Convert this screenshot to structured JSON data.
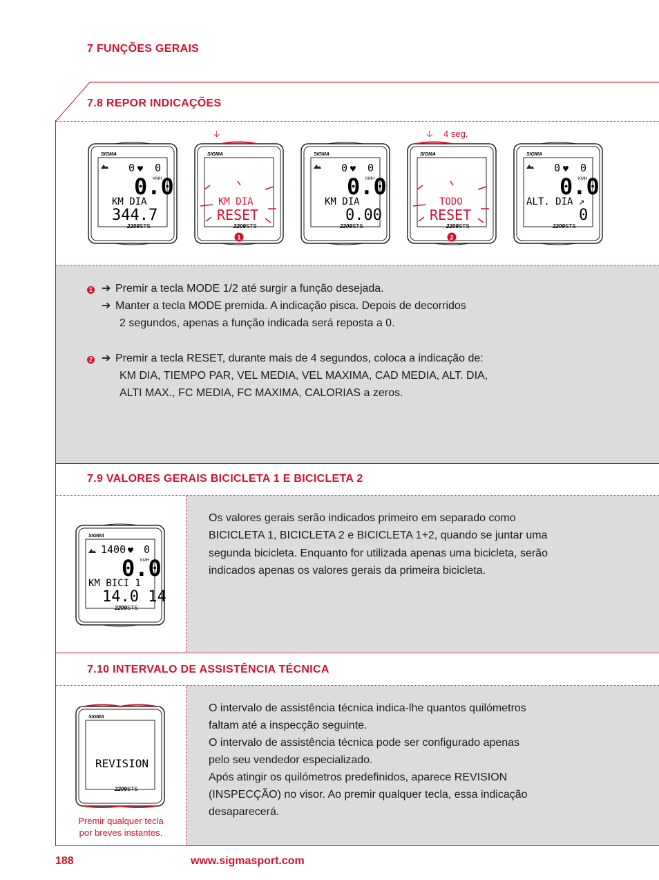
{
  "chapter": "7 FUNÇÕES GERAIS",
  "sections": {
    "s78": {
      "title": "7.8 REPOR INDICAÇÕES",
      "hold_label": "4 seg.",
      "step1": {
        "marker": "1",
        "line1": "Premir a tecla MODE 1/2 até surgir a função desejada.",
        "line2": "Manter a tecla MODE premida. A indicação pisca. Depois de decorridos",
        "line3": "2 segundos, apenas a função indicada será reposta a 0."
      },
      "step2": {
        "marker": "2",
        "line1": "Premir a tecla RESET, durante mais de 4 segundos, coloca a indicação de:",
        "line2": "KM DIA, TIEMPO PAR, VEL MEDIA, VEL MAXIMA, CAD MEDIA, ALT. DIA,",
        "line3": "ALTI MAX., FC MEDIA, FC MAXIMA, CALORIAS a zeros."
      }
    },
    "s79": {
      "title": "7.9 VALORES GERAIS BICICLETA 1 E BICICLETA 2",
      "lines": [
        "Os valores gerais serão indicados primeiro em separado como",
        "BICICLETA 1, BICICLETA 2 e BICICLETA 1+2, quando se juntar uma",
        "segunda bicicleta. Enquanto for utilizada apenas uma bicicleta, serão",
        "indicados apenas os valores gerais da primeira bicicleta."
      ]
    },
    "s710": {
      "title": "7.10 INTERVALO DE ASSISTÊNCIA TÉCNICA",
      "lines": [
        "O intervalo de assistência técnica indica-lhe quantos quilómetros",
        "faltam até a inspecção seguinte.",
        "O intervalo de assistência técnica pode ser configurado apenas",
        "pelo seu vendedor especializado.",
        "Após atingir os quilómetros predefinidos, aparece REVISION",
        "(INSPECÇÃO) no visor. Ao premir qualquer tecla, essa indicação",
        "desaparecerá."
      ],
      "caption_line1": "Premir qualquer tecla",
      "caption_line2": "por breves instantes."
    }
  },
  "devices": {
    "brand": "SIGMA",
    "model": "2209",
    "d1": {
      "top_left": "0",
      "top_right": "0",
      "speed": "0.0",
      "unit": "KMH",
      "label": "KM DIA",
      "value": "344.7"
    },
    "d2": {
      "label": "KM DIA",
      "value": "RESET",
      "marker": "1"
    },
    "d3": {
      "top_left": "0",
      "top_right": "0",
      "speed": "0.0",
      "unit": "KMH",
      "label": "KM DIA",
      "value": "0.00"
    },
    "d4": {
      "label": "TODO",
      "value": "RESET",
      "marker": "2"
    },
    "d5": {
      "top_left": "0",
      "top_right": "0",
      "speed": "0.0",
      "unit": "KMH",
      "label": "ALT. DIA ↗",
      "value": "0"
    },
    "d6": {
      "top_left": "1400",
      "top_right": "0",
      "speed": "0.0",
      "unit": "KMH",
      "label": "KM BICI 1",
      "value": "14.0 14"
    },
    "d7": {
      "label": "REVISION"
    }
  },
  "footer": {
    "page_number": "188",
    "url": "www.sigmasport.com"
  },
  "colors": {
    "accent": "#d7102a",
    "panel": "#dcdcdc"
  }
}
